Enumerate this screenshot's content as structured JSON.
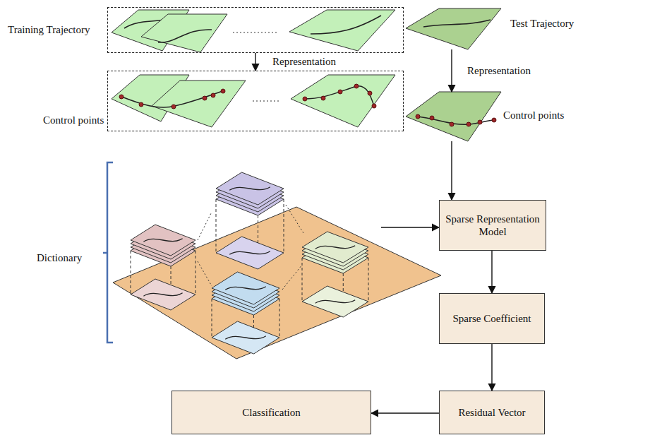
{
  "diagram": {
    "nodes": [
      {
        "text": [
          "Training Trajectory"
        ]
      },
      {
        "text": [
          "Control points"
        ]
      },
      {
        "text": [
          "Test Trajectory"
        ]
      },
      {
        "text": [
          "Control points"
        ]
      },
      {
        "text": [
          "Dictionary"
        ]
      },
      {
        "text": [
          "Sparse Representation Model"
        ]
      },
      {
        "text": [
          "Sparse Coefficient"
        ]
      },
      {
        "text": [
          "Residual Vector"
        ]
      },
      {
        "text": [
          "Classification"
        ]
      }
    ],
    "edges": [
      {
        "from": 0,
        "to": 1,
        "label": "Representation",
        "arrow": "to"
      },
      {
        "from": 2,
        "to": 3,
        "label": "Representation",
        "arrow": "to"
      },
      {
        "from": 3,
        "to": 5,
        "arrow": "to"
      },
      {
        "from": 4,
        "to": 5,
        "arrow": "to"
      },
      {
        "from": 5,
        "to": 6,
        "arrow": "to"
      },
      {
        "from": 6,
        "to": 7,
        "arrow": "to"
      },
      {
        "from": 7,
        "to": 8,
        "arrow": "to"
      }
    ]
  }
}
